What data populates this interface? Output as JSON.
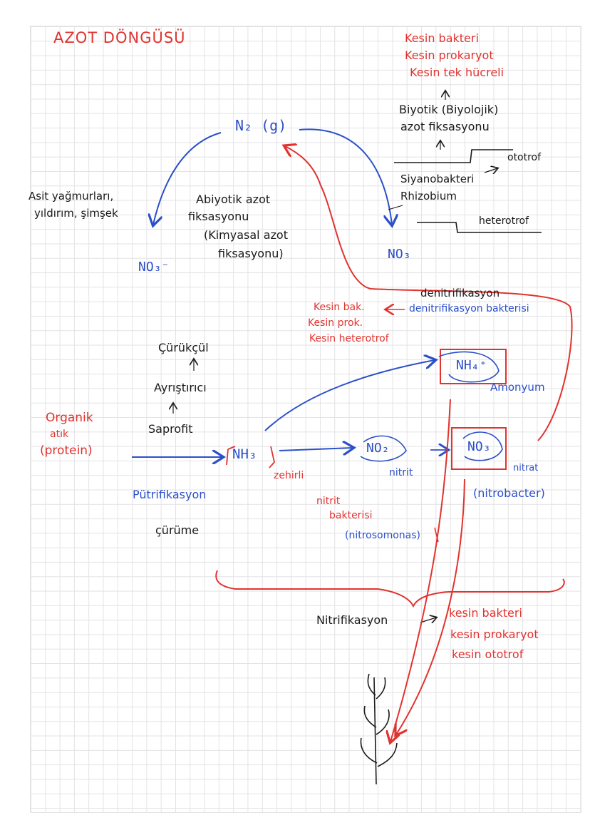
{
  "title": "AZOT DÖNGÜSÜ",
  "top_right_notes": [
    "Kesin bakteri",
    "Kesin prokaryot",
    "Kesin tek hücreli"
  ],
  "biyotik": [
    "Biyotik (Biyolojik)",
    "azot fiksasyonu"
  ],
  "ototrof": "ototrof",
  "siyanobakteri": "Siyanobakteri",
  "rhizobium": "Rhizobium",
  "heterotrof": "heterotrof",
  "n2": "N₂ (g)",
  "asit": [
    "Asit yağmurları,",
    "yıldırım, şimşek"
  ],
  "abiyotik": [
    "Abiyotik azot",
    "fiksasyonu",
    "(Kimyasal azot",
    "fiksasyonu)"
  ],
  "no3_left": "NO₃⁻",
  "no3_right": "NO₃",
  "denitrifikasyon": "denitrifikasyon",
  "denitrifikasyon_bakterisi": "denitrifikasyon bakterisi",
  "denit_notes": [
    "Kesin bak.",
    "Kesin prok.",
    "Kesin heterotrof"
  ],
  "curukcul": "Çürükçül",
  "ayristirici": "Ayrıştırıcı",
  "saprofit": "Saprofit",
  "organik": [
    "Organik",
    "atık",
    "(protein)"
  ],
  "nh3": "NH₃",
  "zehirli": "zehirli",
  "putrifikasyon": "Pütrifikasyon",
  "curume": "çürüme",
  "nh4": "NH₄⁺",
  "amonyum": "Amonyum",
  "no2": "NO₂",
  "nitrit": "nitrit",
  "nitrit_bakterisi": [
    "nitrit",
    "bakterisi"
  ],
  "nitrosomonas": "(nitrosomonas)",
  "no3_nitrat": "NO₃",
  "nitrat": "nitrat",
  "nitrobacter": "(nitrobacter)",
  "nitrifikasyon": "Nitrifikasyon",
  "nitrif_notes": [
    "kesin bakteri",
    "kesin prokaryot",
    "kesin ototrof"
  ],
  "colors": {
    "red": "#e1332f",
    "blue": "#2b4fc9",
    "black": "#1a1a1a"
  }
}
